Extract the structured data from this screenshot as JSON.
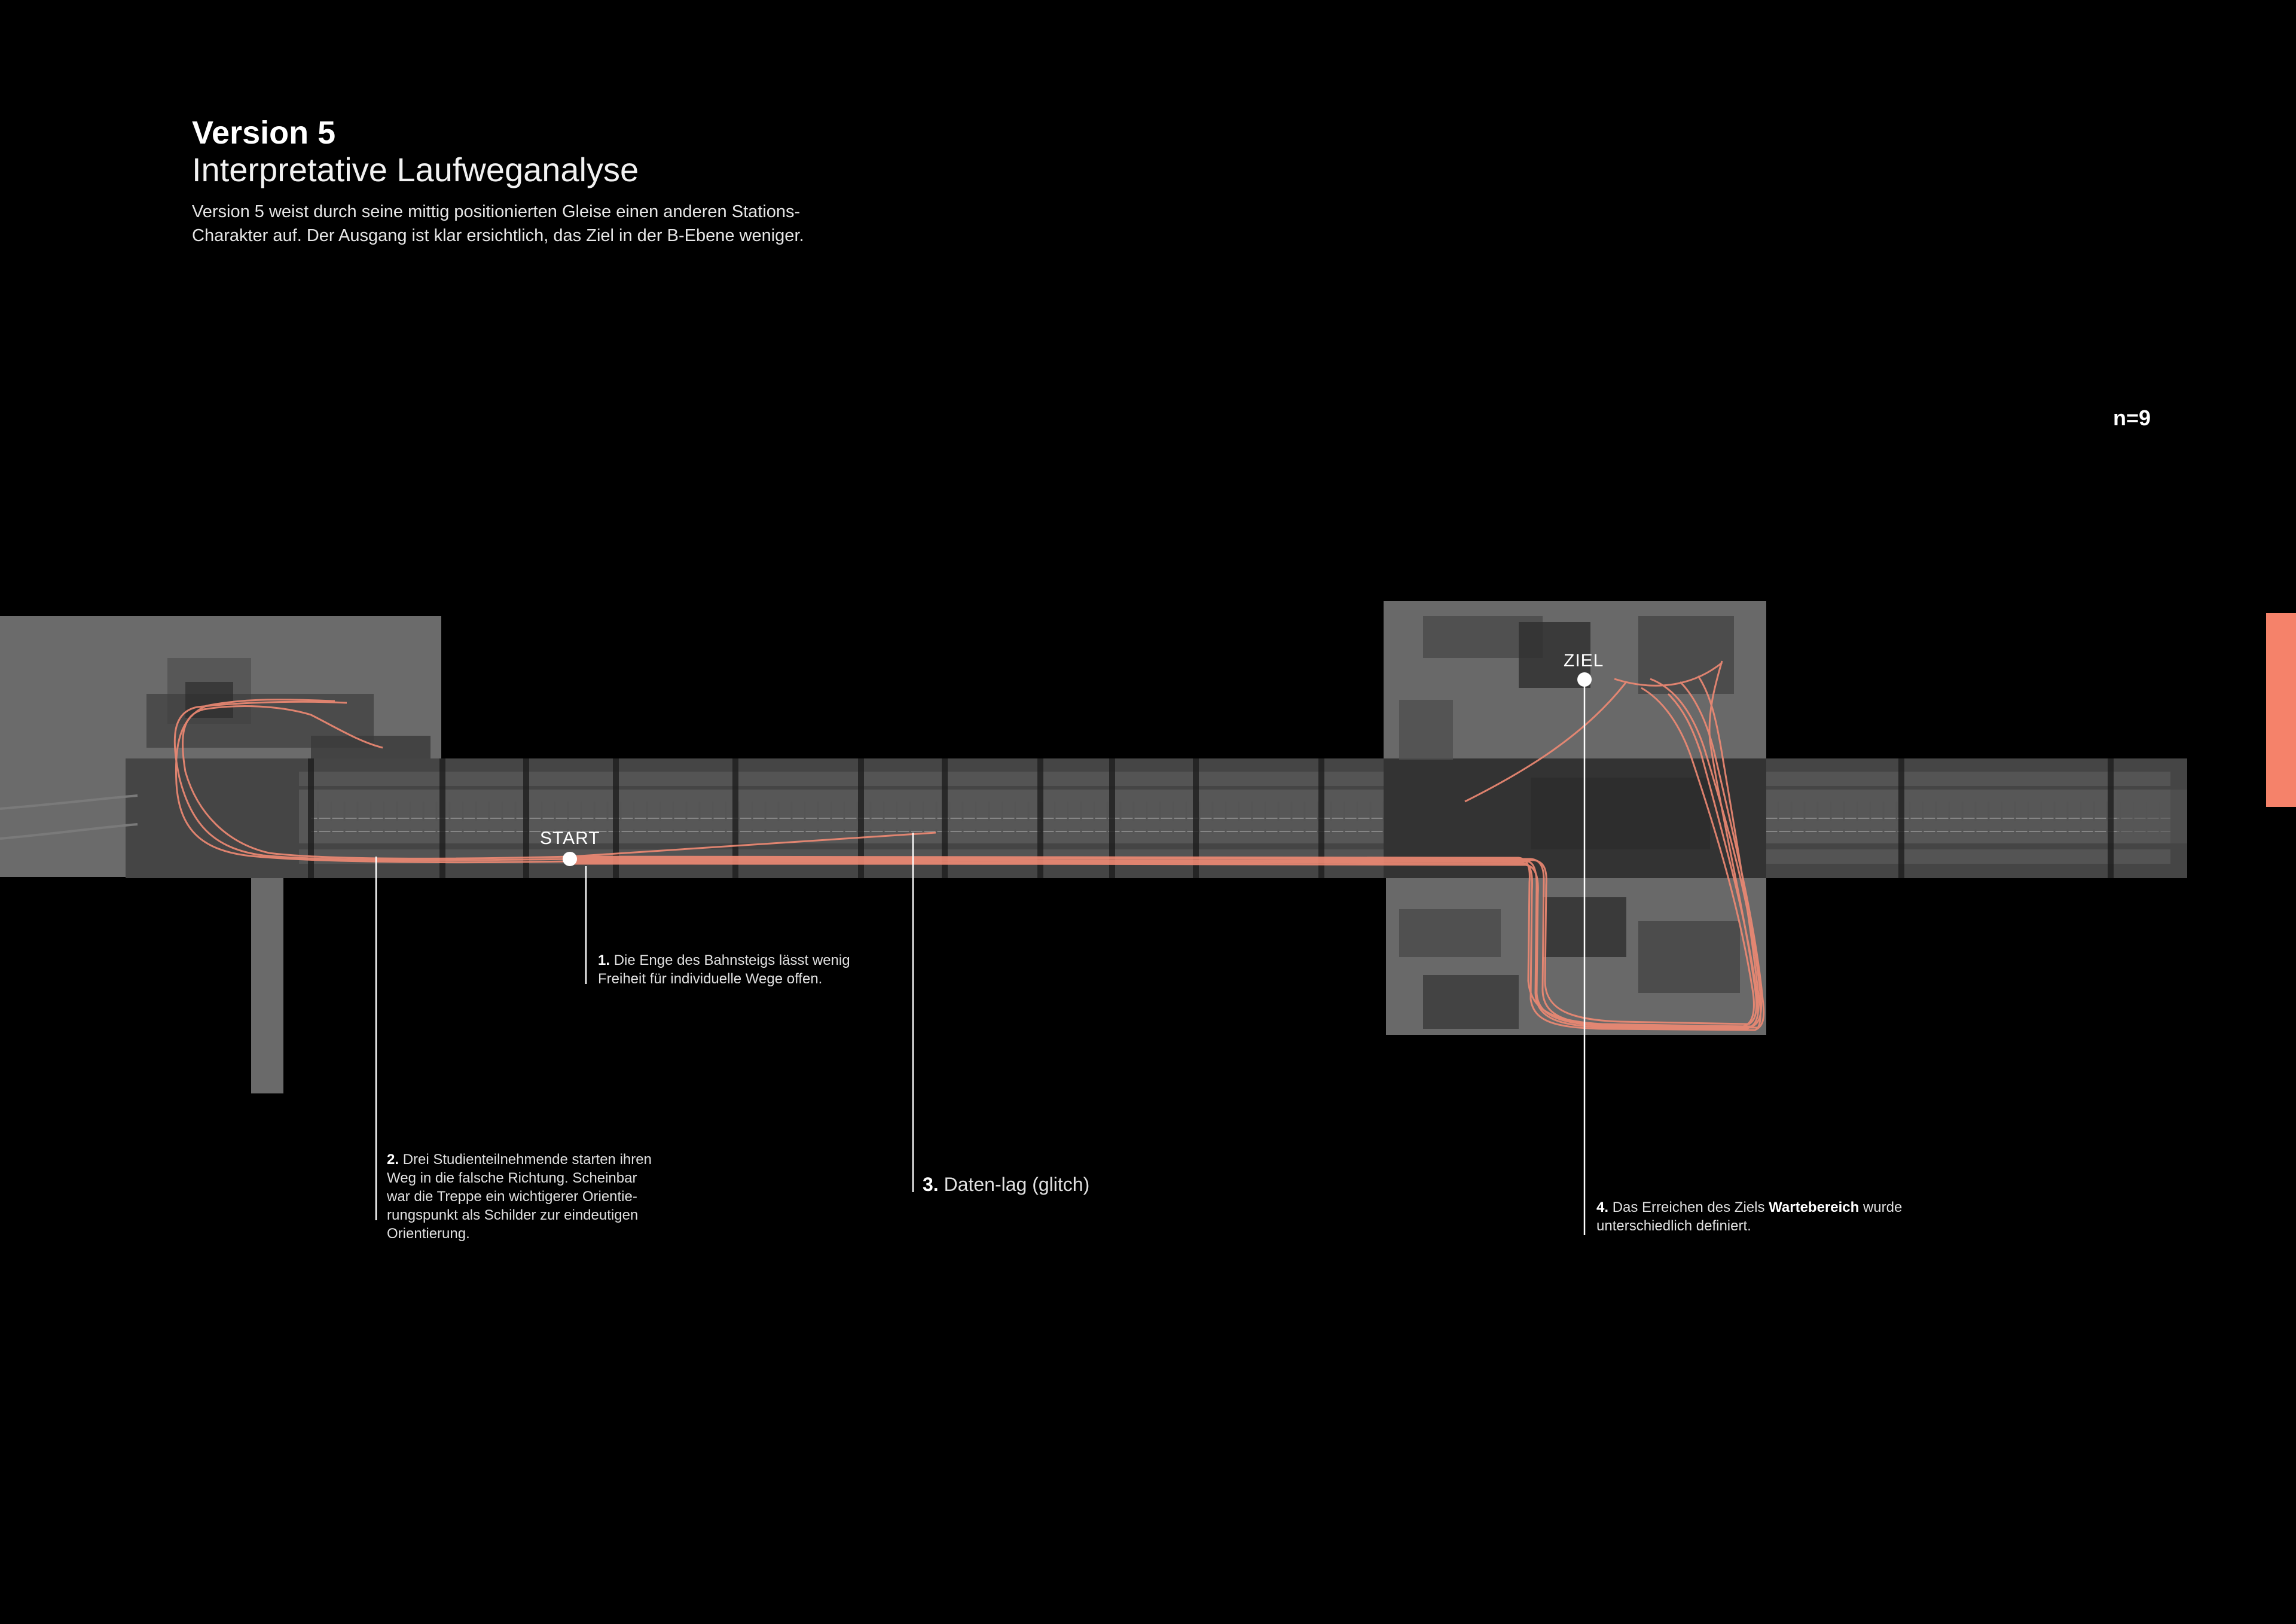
{
  "header": {
    "version": "Version 5",
    "subtitle": "Interpretative Laufweganalyse",
    "intro_line1": "Version 5 weist durch seine mittig positionierten Gleise einen anderen Stations-",
    "intro_line2": "Charakter auf. Der Ausgang ist klar ersichtlich, das Ziel in der B-Ebene weniger."
  },
  "sample_size": "n=9",
  "markers": {
    "start": "START",
    "goal": "ZIEL"
  },
  "notes": [
    {
      "num": "1.",
      "lines": [
        "Die Enge des Bahnsteigs lässt wenig",
        "Freiheit für individuelle Wege offen."
      ]
    },
    {
      "num": "2.",
      "lines": [
        "Drei Studienteilnehmende starten ihren",
        "Weg in die falsche Richtung. Scheinbar",
        "war die Treppe ein wichtigerer Orientie-",
        "rungspunkt als Schilder zur eindeutigen",
        "Orientierung."
      ]
    },
    {
      "num": "3.",
      "text": "Daten-lag (glitch)"
    },
    {
      "num": "4.",
      "pre": "Das Erreichen des Ziels ",
      "strong": "Wartebereich",
      "post": " wurde",
      "line2": "unterschiedlich definiert."
    }
  ],
  "colors": {
    "background": "#000000",
    "path": "#f08a74",
    "accent_tab": "#f5826a",
    "plan_light": "#6e6e6e",
    "plan_dark": "#3a3a3a",
    "text": "#ffffff"
  }
}
